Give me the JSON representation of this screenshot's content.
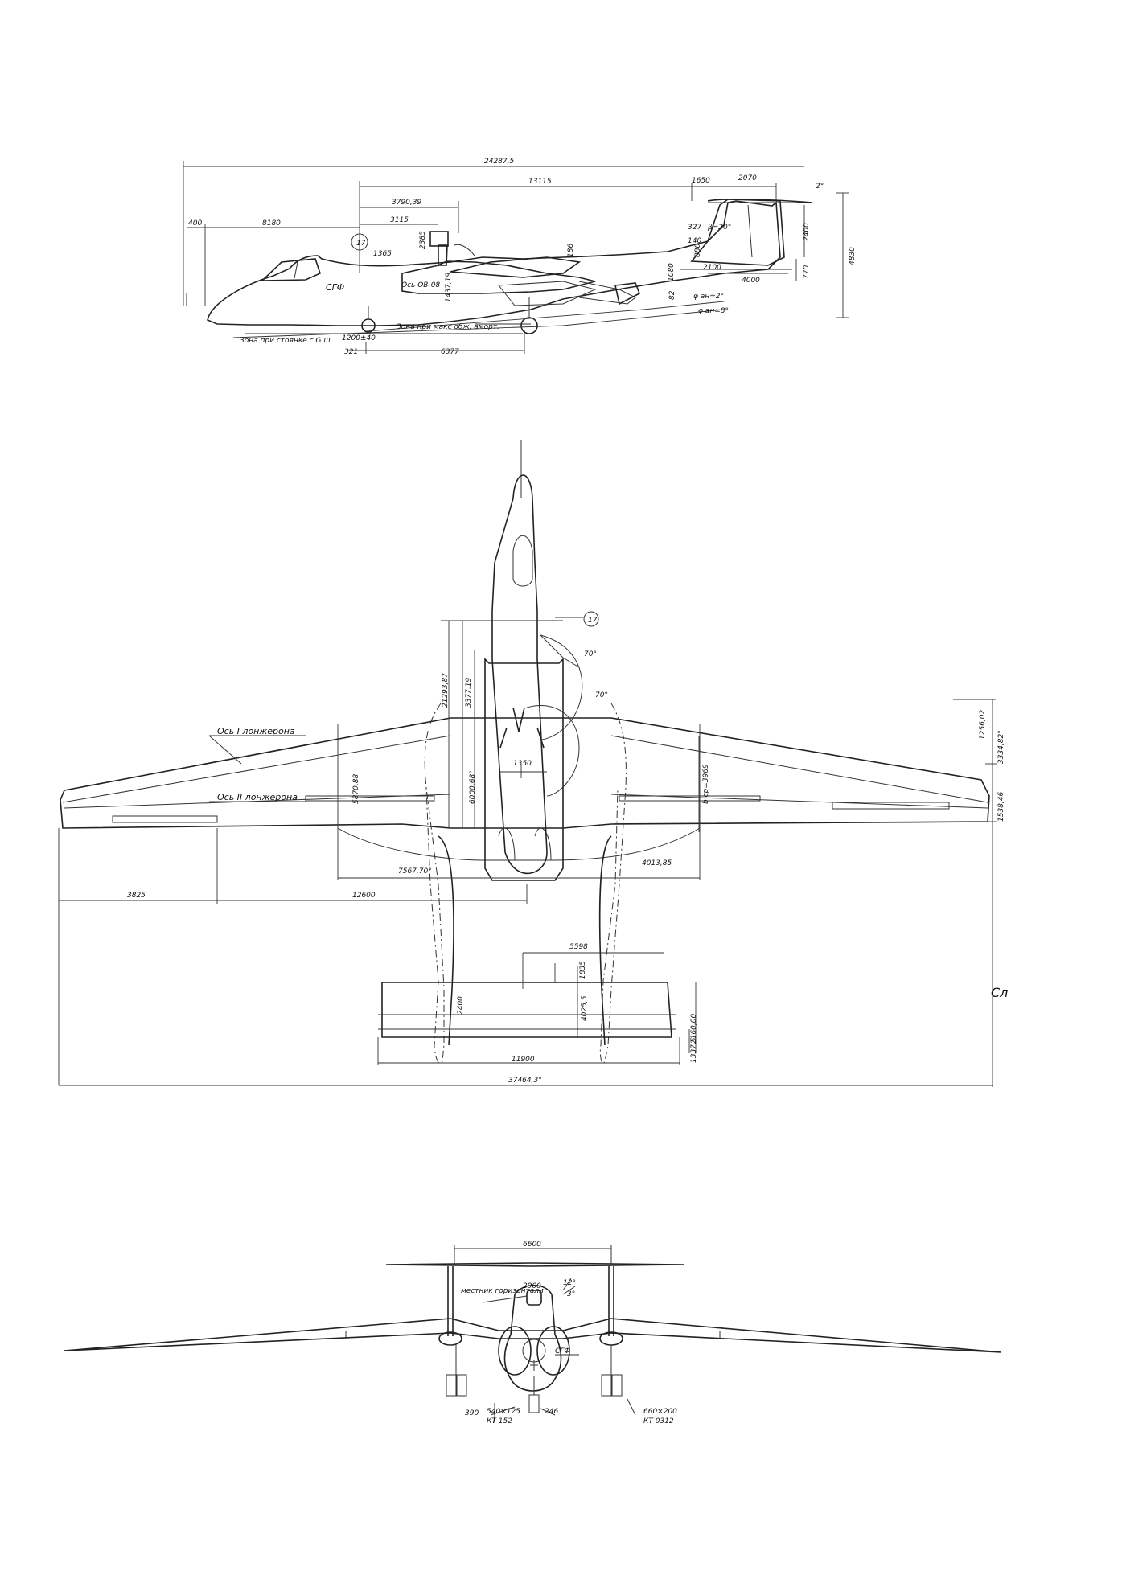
{
  "side_view": {
    "dims": {
      "overall_length": "24287,5",
      "fuselage_len": "13115",
      "d1650": "1650",
      "d2070": "2070",
      "angle_top": "2°",
      "d3790": "3790,39",
      "d3115": "3115",
      "d400": "400",
      "d8180": "8180",
      "d2385": "2385",
      "d1365": "1365",
      "d186": "186",
      "d1437": "1437,19",
      "d327": "327",
      "d140": "140",
      "tail_ref": "β=20°",
      "d2100": "2100",
      "d4000": "4000",
      "d1080": "1080",
      "d880": "880",
      "d82": "82",
      "d770": "770",
      "d2400": "2400",
      "d4830": "4830",
      "alpha1": "φ ан=2°",
      "alpha2": "φ ан=8°",
      "d321": "321",
      "d6377": "6377",
      "d1200": "1200±40",
      "circle_no": "17"
    },
    "labels": {
      "sgf": "СГФ",
      "axis": "Ось ОВ-08",
      "zone1": "Зона при стоянке с G ш",
      "zone2": "Зона при макс обж. аморт."
    }
  },
  "plan_view": {
    "labels": {
      "spar1": "Ось I лонжерона",
      "spar2": "Ось II лонжерона",
      "circle_no": "17"
    },
    "dims": {
      "d21293": "21293,87",
      "d3377": "3377,19",
      "d6000": "6000,68°",
      "angle70": "70°",
      "angle70b": "70°",
      "d1350": "1350",
      "d5870": "5870,88",
      "bmean": "b ср=3969",
      "d1256": "1256,02",
      "d3334": "3334,82°",
      "d1538": "1538,46",
      "d7567": "7567,70°",
      "d4013": "4013,85",
      "d3825": "3825",
      "d12600": "12600",
      "d5598": "5598",
      "d1835": "1835",
      "d2400": "2400",
      "d4025": "4025,5",
      "d2160": "2160,00",
      "d1337": "1337,5",
      "d11900": "11900",
      "span": "37464,3°",
      "corner": "Cл"
    }
  },
  "front_view": {
    "dims": {
      "d6600": "6600",
      "d2900": "2900",
      "d12": "12°",
      "d3": "3°",
      "d390": "390",
      "tire_main": "540×125",
      "kt_main": "КТ 152",
      "d246": "246",
      "tire_nose": "660×200",
      "kt_nose": "КТ 0312"
    },
    "labels": {
      "stab": "местник горизонтали",
      "sgf": "СГФ"
    }
  }
}
